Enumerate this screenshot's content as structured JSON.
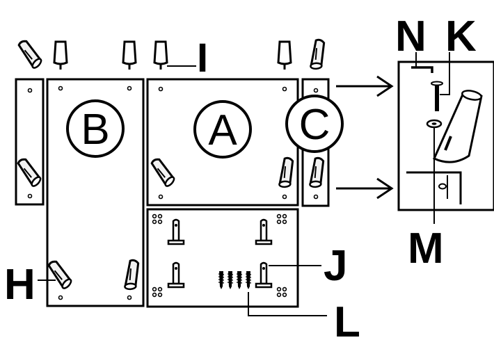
{
  "panels": {
    "a": "A",
    "b": "B",
    "c": "C"
  },
  "callouts": {
    "h": "H",
    "i": "I",
    "j": "J",
    "k": "K",
    "l": "L",
    "m": "M",
    "n": "N"
  },
  "colors": {
    "line": "#000000",
    "background": "#ffffff",
    "peg_fill": "#f2f2f2"
  },
  "icons": {
    "peg": "angled-peg-icon",
    "bracket": "wall-bracket-icon",
    "screw": "screw-icon",
    "washer": "washer-icon",
    "hex_key": "hex-key-icon",
    "arrow": "arrow-right-icon"
  }
}
